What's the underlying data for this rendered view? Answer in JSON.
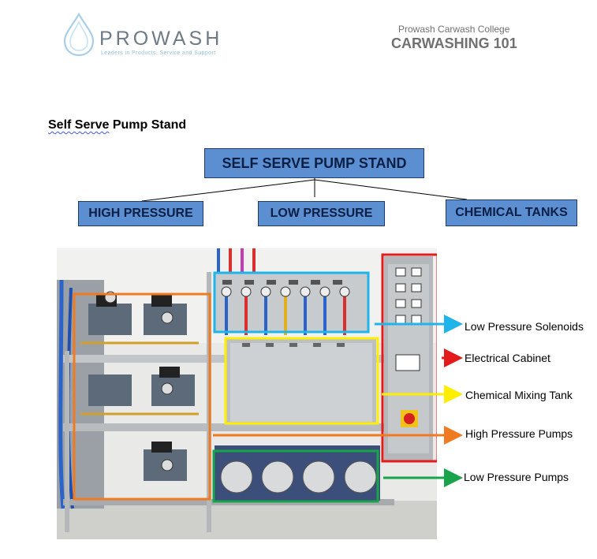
{
  "header": {
    "logo_word": "PROWASH",
    "logo_tagline": "Leaders in Products, Service and Support",
    "college": "Prowash Carwash College",
    "course": "CARWASHING 101"
  },
  "section_title": {
    "underlined": "Self Serve",
    "rest": " Pump Stand"
  },
  "chart": {
    "root": "SELF SERVE PUMP STAND",
    "children": [
      "HIGH PRESSURE",
      "LOW PRESSURE",
      "CHEMICAL TANKS"
    ]
  },
  "callouts": [
    {
      "label": "Low Pressure Solenoids",
      "color": "#1fb5ea"
    },
    {
      "label": "Electrical Cabinet",
      "color": "#e41b1b"
    },
    {
      "label": "Chemical Mixing Tank",
      "color": "#ffee00"
    },
    {
      "label": "High Pressure Pumps",
      "color": "#f07a22"
    },
    {
      "label": "Low Pressure Pumps",
      "color": "#19a34a"
    }
  ],
  "colors": {
    "box_fill": "#5b8fd2",
    "box_border": "#1f3a66",
    "logo_blue": "#8fbfe0",
    "header_gray": "#707070"
  }
}
